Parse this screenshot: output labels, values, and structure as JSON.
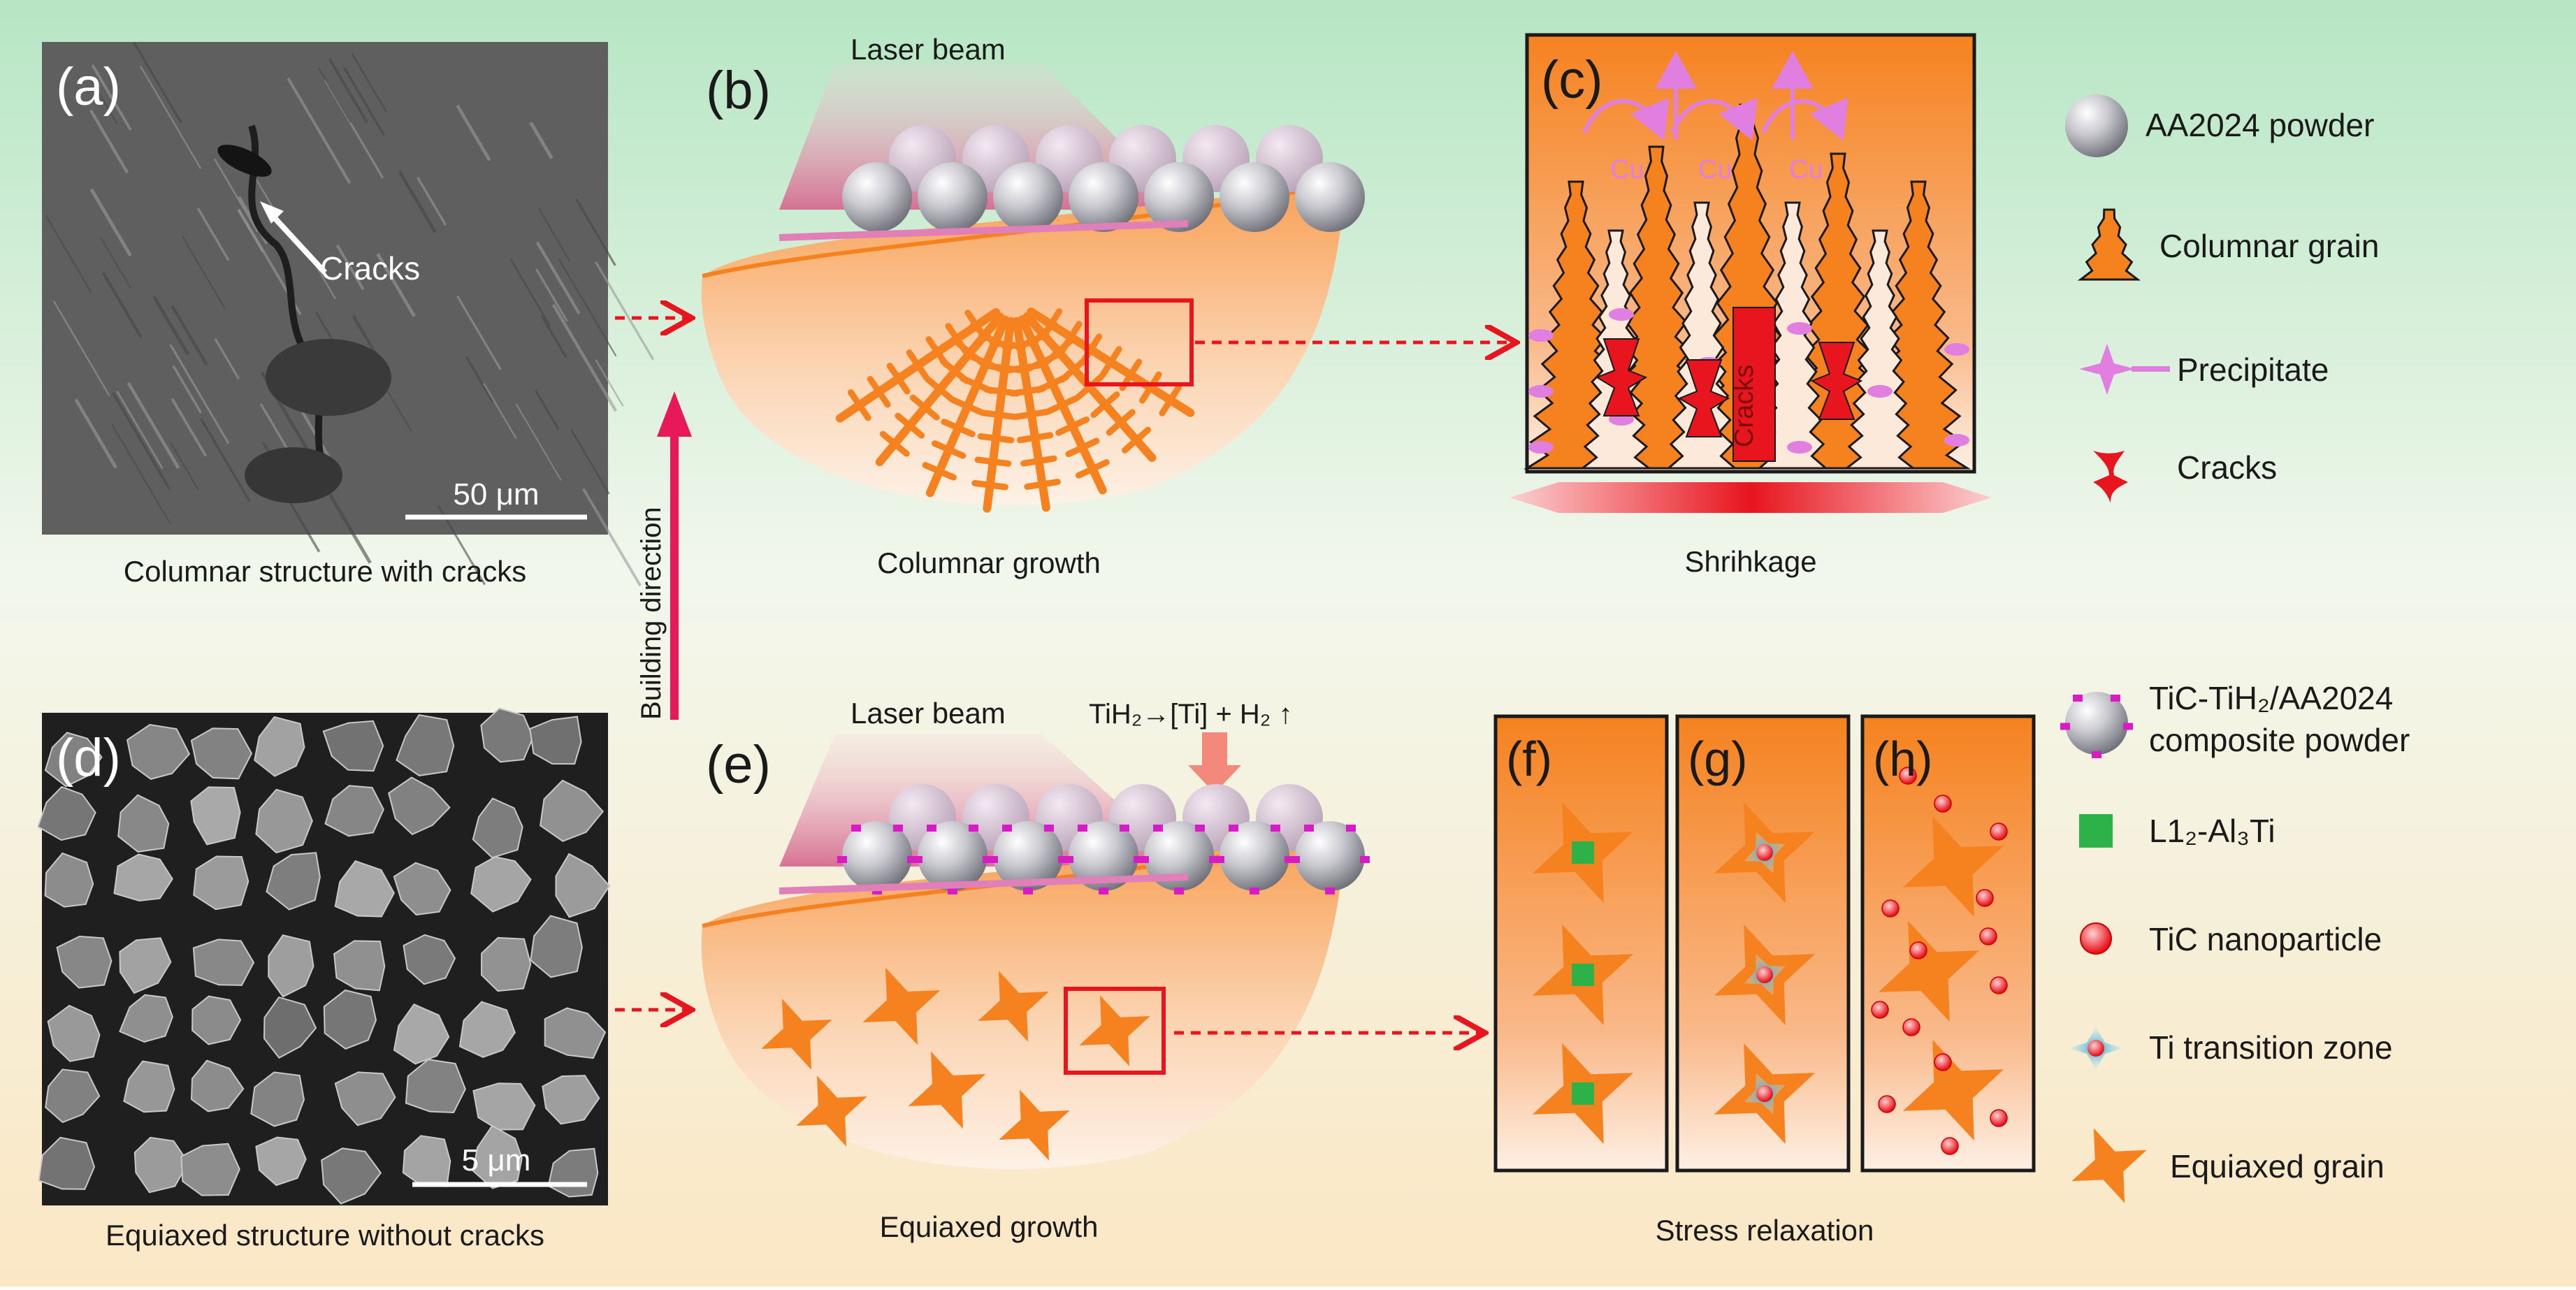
{
  "panels": {
    "a": {
      "label": "(a)",
      "scale": "50 μm",
      "callout": "Cracks",
      "caption": "Columnar structure with cracks"
    },
    "b": {
      "label": "(b)",
      "beam": "Laser beam",
      "caption": "Columnar growth"
    },
    "c": {
      "label": "(c)",
      "cu": "Cu",
      "cracks": "Cracks",
      "caption": "Shrihkage"
    },
    "d": {
      "label": "(d)",
      "scale": "5 μm",
      "caption": "Equiaxed structure without cracks"
    },
    "e": {
      "label": "(e)",
      "beam": "Laser beam",
      "reaction": "TiH₂→[Ti] + H₂ ↑",
      "caption": "Equiaxed growth"
    },
    "f": {
      "label": "(f)"
    },
    "g": {
      "label": "(g)"
    },
    "h": {
      "label": "(h)"
    },
    "fgh_caption": "Stress relaxation"
  },
  "building_direction": "Building direction",
  "legend_top": [
    {
      "icon": "powder-sphere",
      "label": "AA2024 powder"
    },
    {
      "icon": "columnar-grain",
      "label": "Columnar grain"
    },
    {
      "icon": "precipitate",
      "label": "Precipitate"
    },
    {
      "icon": "crack",
      "label": "Cracks"
    }
  ],
  "legend_bottom": [
    {
      "icon": "composite-sphere",
      "label_line1": "TiC-TiH₂/AA2024",
      "label_line2": "composite powder"
    },
    {
      "icon": "green-square",
      "label": "L1₂-Al₃Ti"
    },
    {
      "icon": "red-dot",
      "label": "TiC nanoparticle"
    },
    {
      "icon": "transition-zone",
      "label": "Ti transition zone"
    },
    {
      "icon": "equiaxed-grain",
      "label": "Equiaxed grain"
    }
  ],
  "colors": {
    "orange": "#F5821F",
    "crack": "#E8141E",
    "precip": "#E07FE0",
    "green": "#2DB24A",
    "arrow": "#E8141E"
  }
}
